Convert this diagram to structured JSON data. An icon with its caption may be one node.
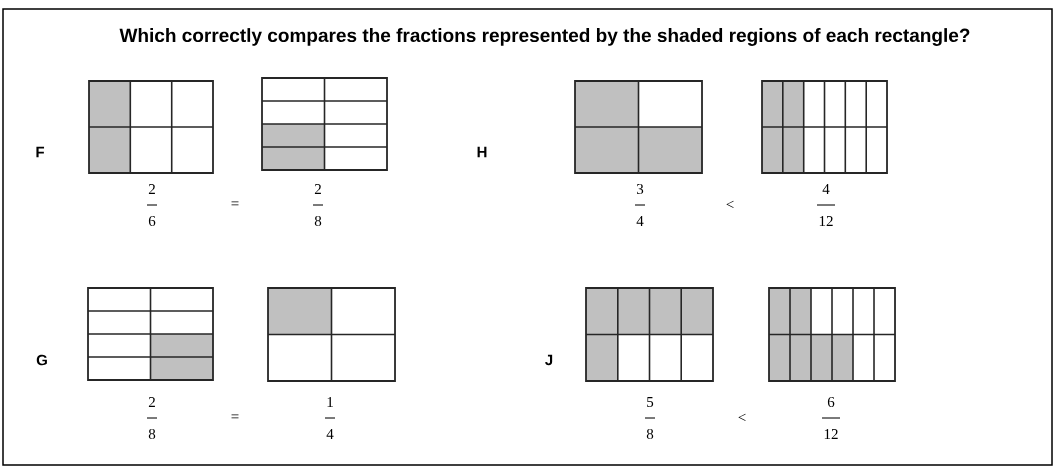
{
  "diagram": {
    "title": "Which correctly compares the fractions represented by the shaded regions of each rectangle?",
    "labels": [
      "F",
      "2",
      "6",
      "=",
      "2",
      "8",
      "H",
      "3",
      "4",
      "<",
      "4",
      "12",
      "G",
      "2",
      "8",
      "=",
      "1",
      "4",
      "J",
      "5",
      "8",
      "<",
      "6",
      "12"
    ]
  }
}
